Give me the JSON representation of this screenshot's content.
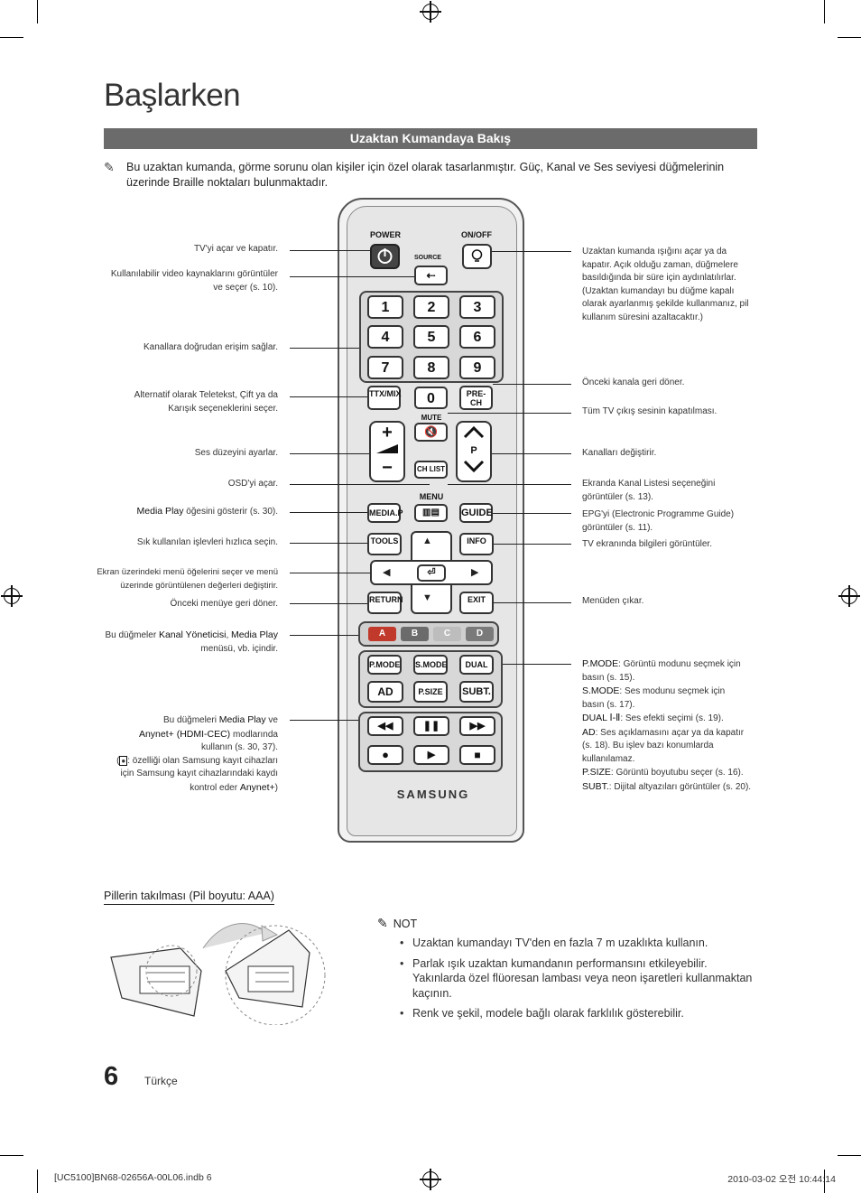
{
  "page": {
    "title": "Başlarken",
    "section_title": "Uzaktan Kumandaya Bakış",
    "intro": "Bu uzaktan kumanda, görme sorunu olan kişiler için özel olarak tasarlanmıştır. Güç, Kanal ve Ses seviyesi düğmelerinin üzerinde Braille noktaları bulunmaktadır.",
    "page_number": "6",
    "language": "Türkçe"
  },
  "left_callouts": {
    "power": "TV'yi açar ve kapatır.",
    "source_1": "Kullanılabilir video kaynaklarını görüntüler",
    "source_2": "ve seçer (s. 10).",
    "numbers": "Kanallara doğrudan erişim sağlar.",
    "ttx_1": "Alternatif olarak Teletekst, Çift ya da",
    "ttx_2": "Karışık seçeneklerini seçer.",
    "volume": "Ses düzeyini ayarlar.",
    "menu": "OSD'yi açar.",
    "mediap_bold": "Media Play",
    "mediap_rest": " öğesini gösterir (s. 30).",
    "tools": "Sık kullanılan işlevleri hızlıca seçin.",
    "arrows_1": "Ekran üzerindeki menü öğelerini seçer ve menü",
    "arrows_2": "üzerinde görüntülenen değerleri değiştirir.",
    "return": "Önceki menüye geri döner.",
    "color_1a": "Bu düğmeler ",
    "color_1b": "Kanal Yöneticisi",
    "color_1c": ", ",
    "color_1d": "Media Play",
    "color_2": "menüsü, vb. içindir.",
    "media_1a": "Bu düğmeleri ",
    "media_1b": "Media Play",
    "media_1c": " ve",
    "media_2a": "Anynet+ (HDMI-CEC)",
    "media_2b": " modlarında",
    "media_3": "kullanın (s. 30, 37).",
    "media_4": ": özelliği olan Samsung kayıt cihazları",
    "media_5": "için Samsung kayıt cihazlarındaki kaydı",
    "media_6a": "kontrol eder ",
    "media_6b": "Anynet+",
    "media_6c": ")"
  },
  "right_callouts": {
    "onoff_1": "Uzaktan kumanda ışığını açar ya da",
    "onoff_2": "kapatır. Açık olduğu zaman, düğmelere",
    "onoff_3": "basıldığında bir süre için aydınlatılırlar.",
    "onoff_4": "(Uzaktan kumandayı bu düğme kapalı",
    "onoff_5": "olarak ayarlanmış şekilde kullanmanız, pil",
    "onoff_6": "kullanım süresini azaltacaktır.)",
    "prech": "Önceki kanala geri döner.",
    "mute": "Tüm TV çıkış sesinin kapatılması.",
    "channel": "Kanalları değiştirir.",
    "chlist_1": "Ekranda Kanal Listesi seçeneğini",
    "chlist_2": "görüntüler (s. 13).",
    "guide_1": "EPG'yi (Electronic Programme Guide)",
    "guide_2": "görüntüler (s. 11).",
    "info": "TV ekranında bilgileri görüntüler.",
    "exit": "Menüden çıkar.",
    "pmode_b": "P.MODE",
    "pmode_r": ": Görüntü modunu seçmek için",
    "pmode_2": "basın (s. 15).",
    "smode_b": "S.MODE",
    "smode_r": ": Ses modunu seçmek için",
    "smode_2": "basın (s. 17).",
    "dual_b": "DUAL Ⅰ-Ⅱ",
    "dual_r": ": Ses efekti seçimi (s. 19).",
    "ad_b": "AD",
    "ad_r": ": Ses açıklamasını açar ya da kapatır",
    "ad_2": "(s. 18). Bu işlev bazı konumlarda",
    "ad_3": "kullanılamaz.",
    "psize_b": "P.SIZE",
    "psize_r": ": Görüntü boyutubu seçer (s. 16).",
    "subt_b": "SUBT.",
    "subt_r": ": Dijital altyazıları görüntüler (s. 20)."
  },
  "remote": {
    "power": "POWER",
    "onoff": "ON/OFF",
    "source": "SOURCE",
    "digits": [
      "1",
      "2",
      "3",
      "4",
      "5",
      "6",
      "7",
      "8",
      "9"
    ],
    "zero": "0",
    "ttxmix": "TTX/MIX",
    "prech": "PRE-CH",
    "mute": "MUTE",
    "p": "P",
    "chlist": "CH LIST",
    "menu": "MENU",
    "mediap": "MEDIA.P",
    "guide": "GUIDE",
    "tools": "TOOLS",
    "info": "INFO",
    "return": "RETURN",
    "exit": "EXIT",
    "colors": [
      {
        "label": "A",
        "color": "#c0392b"
      },
      {
        "label": "B",
        "color": "#6b6b6b"
      },
      {
        "label": "C",
        "color": "#bdbdbd"
      },
      {
        "label": "D",
        "color": "#7a7a7a"
      }
    ],
    "pmode": "P.MODE",
    "smode": "S.MODE",
    "dual": "DUAL",
    "ad": "AD",
    "psize": "P.SIZE",
    "subt": "SUBT.",
    "brand": "SAMSUNG"
  },
  "battery": {
    "title": "Pillerin takılması (Pil boyutu: AAA)"
  },
  "note": {
    "title": "NOT",
    "items": [
      "Uzaktan kumandayı TV'den en fazla 7 m uzaklıkta kullanın.",
      "Parlak ışık uzaktan kumandanın performansını etkileyebilir. Yakınlarda özel flüoresan lambası veya neon işaretleri kullanmaktan kaçının.",
      "Renk ve şekil, modele bağlı olarak farklılık gösterebilir."
    ]
  },
  "footer": {
    "file": "[UC5100]BN68-02656A-00L06.indb   6",
    "date": "2010-03-02   오전 10:44:14"
  }
}
